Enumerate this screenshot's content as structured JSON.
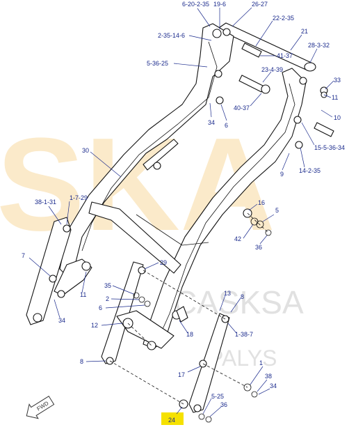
{
  "watermark": {
    "big": "SKA",
    "brand": "CASKSA",
    "sub": "PALYS"
  },
  "callouts": {
    "c6_20_2_35": "6-20-2-35",
    "c19_6": "19-6",
    "c26_27": "26-27",
    "c22_2_35": "22-2-35",
    "c21": "21",
    "c2_35_14_6": "2-35-14-6",
    "c41_37": "41-37",
    "c28_3_32": "28-3-32",
    "c5_36_25": "5-36-25",
    "c23_4_39": "23-4-39",
    "c33": "33",
    "c11": "11",
    "c40_37": "40-37",
    "c10": "10",
    "c34_a": "34",
    "c6_a": "6",
    "c15_5_36_34": "15-5-36-34",
    "c30": "30",
    "c14_2_35": "14-2-35",
    "c9": "9",
    "c38_1_31": "38-1-31",
    "c1_7_29": "1-7-29",
    "c16": "16",
    "c5_a": "5",
    "c42": "42",
    "c36_a": "36",
    "c7_a": "7",
    "c29": "29",
    "c35": "35",
    "c2": "2",
    "c6_b": "6",
    "c11_b": "11",
    "c13": "13",
    "c8_a": "8",
    "c34_b": "34",
    "c12": "12",
    "c18": "18",
    "c1_38_7": "1-38-7",
    "c8_b": "8",
    "c17": "17",
    "c1": "1",
    "c38": "38",
    "c34_c": "34",
    "c5_25": "5-25",
    "c36_b": "36",
    "c24": "24",
    "fwd": "FWD"
  },
  "colors": {
    "callout": "#1a2a8c",
    "line": "#111111",
    "highlight": "#f5e100",
    "watermark": "#f4c46a"
  }
}
